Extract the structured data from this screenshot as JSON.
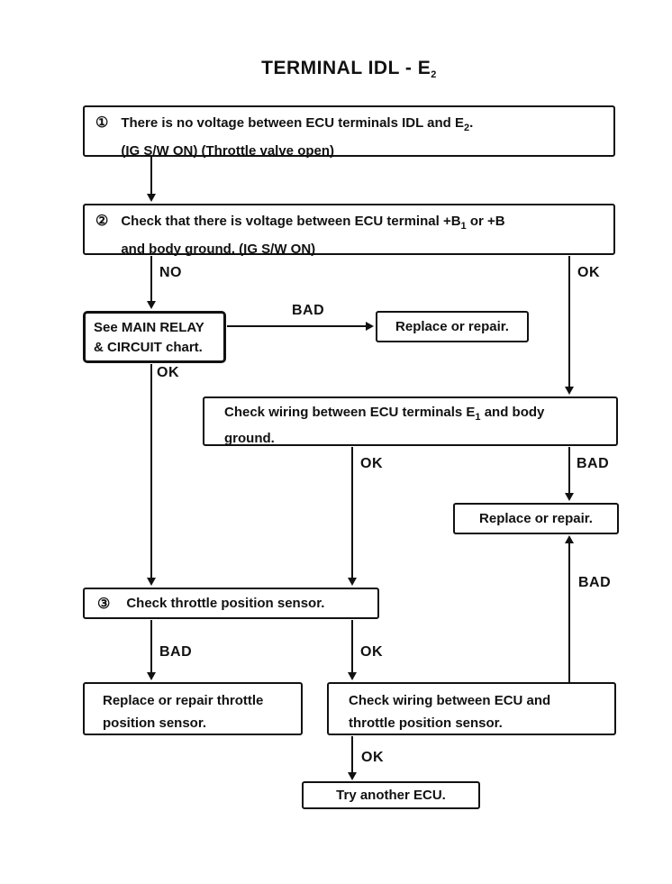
{
  "colors": {
    "ink": "#111111",
    "paper": "#ffffff"
  },
  "title": {
    "text": "TERMINAL IDL - E",
    "sub": "2"
  },
  "steps": {
    "step1": {
      "num": "①",
      "line1_pre": "There is no voltage between ECU terminals IDL and E",
      "line1_sub": "2",
      "line1_post": ".",
      "line2": "(IG S/W ON) (Throttle valve open)"
    },
    "step2": {
      "num": "②",
      "line1_pre": "Check that there is voltage between ECU terminal +B",
      "line1_sub": "1",
      "line1_post": " or +B",
      "line2": "and body ground. (IG S/W ON)"
    },
    "main_relay": {
      "line1": "See MAIN RELAY",
      "line2": "& CIRCUIT chart."
    },
    "repair_top": {
      "text": "Replace or repair."
    },
    "check_e1": {
      "line1_pre": "Check wiring between ECU terminals E",
      "line1_sub": "1",
      "line1_post": " and body",
      "line2": "ground."
    },
    "repair_right": {
      "text": "Replace or repair."
    },
    "step3": {
      "num": "③",
      "text": "Check throttle position sensor."
    },
    "repair_throttle": {
      "line1": "Replace or repair throttle",
      "line2": "position sensor."
    },
    "check_tps_wiring": {
      "line1": "Check wiring between ECU and",
      "line2": "throttle position sensor."
    },
    "try_ecu": {
      "text": "Try another ECU."
    }
  },
  "edge_labels": {
    "no_step2": "NO",
    "ok_step2": "OK",
    "bad_relay": "BAD",
    "ok_relay": "OK",
    "ok_check_e1": "OK",
    "bad_check_e1": "BAD",
    "bad_tps_wiring_up": "BAD",
    "bad_step3": "BAD",
    "ok_step3": "OK",
    "ok_tps_wiring": "OK"
  }
}
